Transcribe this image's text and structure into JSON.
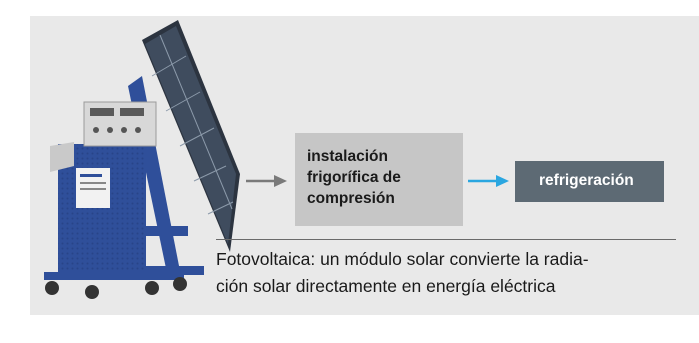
{
  "diagram": {
    "process_box": {
      "lines": [
        "instalación",
        "frigorífica de",
        "compresión"
      ]
    },
    "result_box": {
      "label": "refrigeración"
    },
    "caption": {
      "lines": [
        "Fotovoltaica: un módulo solar convierte la radia-",
        "ción solar directamente en energía eléctrica"
      ]
    },
    "colors": {
      "panel_background": "#e9e9e9",
      "process_box_fill": "#c6c6c6",
      "result_box_fill": "#5d6a74",
      "arrow_gray": "#7a7a7a",
      "arrow_blue": "#2aa6e0",
      "frame_blue": "#2f4f9a"
    }
  }
}
